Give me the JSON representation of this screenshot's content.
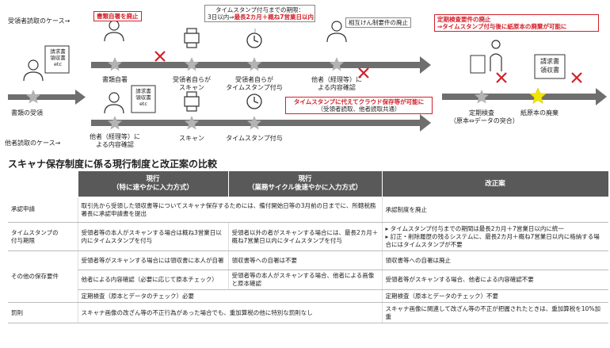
{
  "flow": {
    "lane_receiver": "受領者読取のケース→",
    "lane_other": "他者読取のケース→",
    "doc_icon_text": "請求書\n領収書\netc",
    "doc_icon_text2": "請求書\n領収書\netc",
    "doc_icon_text3": "請求書\n領収書",
    "receive_label": "書類の受領",
    "sign_label": "書類自署",
    "scan_self_label": "受領者自らが\nスキャン",
    "timestamp_self_label": "受領者自らが\nタイムスタンプ付与",
    "confirm_other_label": "他者（経理等）に\nよる内容確認",
    "confirm_other_lower_label": "他者（経理等）に\nよる内容確認",
    "scan_label": "スキャン",
    "timestamp_label": "タイムスタンプ付与",
    "periodic_label": "定期検査\n（原本⇔データの突合）",
    "discard_label": "紙原本の廃棄",
    "callout_abolish_sign": "書類自署を廃止",
    "callout_deadline_line1": "タイムスタンプ付与までの期限：",
    "callout_deadline_line2_a": "3日以内⇒",
    "callout_deadline_line2_b": "最長2カ月＋概ね7営業日以内",
    "callout_mutual": "相互けん制要件の廃止",
    "callout_periodic_line1": "定期検査要件の廃止",
    "callout_periodic_line2": "⇒タイムスタンプ付与後に紙原本の廃棄が可能に",
    "callout_cloud_line1": "タイムスタンプに代えてクラウド保存等が可能に",
    "callout_cloud_line2": "（受領者読取、他者読取共通）"
  },
  "heading": "スキャナ保存制度に係る現行制度と改正案の比較",
  "table": {
    "headers": [
      "",
      "現行\n（特に速やかに入力方式）",
      "現行\n（業務サイクル後速やかに入力方式）",
      "改正案"
    ],
    "rows": [
      {
        "label": "承認申請",
        "c1": "取引先から受領した領収書等についてスキャナ保存するためには、備付開始日等の3月前の日までに、所轄税務署長に承認申請書を提出",
        "c3": "承認制度を廃止"
      },
      {
        "label": "タイムスタンプの\n付与期限",
        "c1": "受領者等の本人がスキャンする場合は概ね3営業日以内にタイムスタンプを付与",
        "c2": "受領者以外の者がスキャンする場合には、最長2カ月＋概ね7営業日以内にタイムスタンプを付与",
        "c3_1": "タイムスタンプ付与までの期間は最長2カ月＋7営業日以内に統一",
        "c3_2": "訂正・削除履歴の残るシステムに、最長2カ月＋概ね7営業日以内に格納する場合にはタイムスタンプが不要"
      },
      {
        "label": "その他の保存要件",
        "a1": "受領者等がスキャンする場合には領収書に本人が自署",
        "a2": "領収書等への自署は不要",
        "a3": "領収書等への自署は廃止",
        "b1": "他者による内容確認（必要に応じて原本チェック）",
        "b2": "受領者等の本人がスキャンする場合、他者による画像と原本確認",
        "b3": "受領者等がスキャンする場合、他者による内容確認不要",
        "d1": "定期検査（原本とデータのチェック）必要",
        "d3": "定期検査（原本とデータのチェック）不要"
      },
      {
        "label": "罰則",
        "c1": "スキャナ画像の改ざん等の不正行為があった場合でも、重加算税の他に特別な罰則なし",
        "c3": "スキャナ画像に関連して改ざん等の不正が把握されたときは、重加算税を10%加重"
      }
    ]
  },
  "colors": {
    "accent_red": "#d4202a",
    "header_bg": "#595959",
    "track": "#6e6e6e",
    "star_gray": "#b3b3b3",
    "star_yellow": "#f2e600"
  },
  "icons": [
    "person-icon",
    "document-icon",
    "scanner-icon",
    "clock-icon",
    "star-icon",
    "cross-icon"
  ]
}
